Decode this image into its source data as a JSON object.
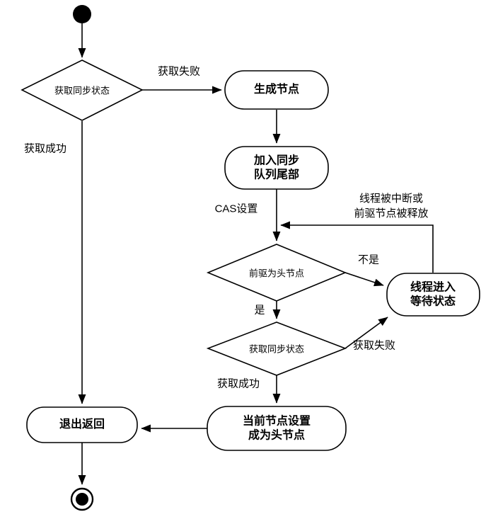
{
  "diagram": {
    "nodes": {
      "decision_acquire_outer": "获取同步状态",
      "action_create": "生成节点",
      "action_enqueue_line1": "加入同步",
      "action_enqueue_line2": "队列尾部",
      "decision_pred_head": "前驱为头节点",
      "decision_acquire_inner": "获取同步状态",
      "action_wait_line1": "线程进入",
      "action_wait_line2": "等待状态",
      "action_sethead_line1": "当前节点设置",
      "action_sethead_line2": "成为头节点",
      "action_exit": "退出返回"
    },
    "edges": {
      "acquire_fail_outer": "获取失败",
      "acquire_success_outer": "获取成功",
      "cas_set": "CAS设置",
      "interrupted_line1": "线程被中断或",
      "interrupted_line2": "前驱节点被释放",
      "not_label": "不是",
      "yes_label": "是",
      "acquire_fail_inner": "获取失败",
      "acquire_success_inner": "获取成功"
    },
    "colors": {
      "line": "#000000",
      "fill": "#ffffff",
      "text": "#000000"
    }
  }
}
